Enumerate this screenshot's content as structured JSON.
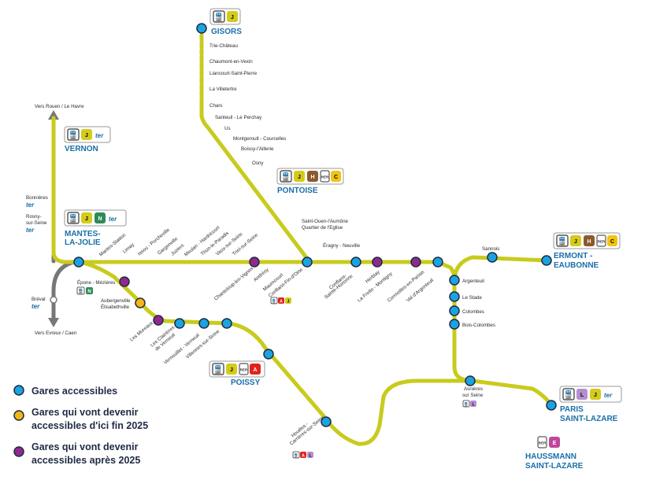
{
  "colors": {
    "line": "#c8cb1d",
    "accessible": "#1aa3e0",
    "soon": "#f2b714",
    "later": "#8e2a8c",
    "terminal_text": "#1a6fa8",
    "line_J": "#d4cb1b",
    "line_H": "#8b5a2b",
    "line_N": "#2e8b57",
    "line_L": "#b48fd0",
    "line_A": "#e2231a",
    "line_C": "#f2c40f",
    "line_E": "#c0479b"
  },
  "terminals": {
    "gisors": "GISORS",
    "vernon": "VERNON",
    "mantes_1": "MANTES-",
    "mantes_2": "LA-JOLIE",
    "pontoise": "PONTOISE",
    "ermont_1": "ERMONT -",
    "ermont_2": "EAUBONNE",
    "poissy": "POISSY",
    "paris_1": "PARIS",
    "paris_2": "SAINT-LAZARE",
    "haussmann_1": "HAUSSMANN",
    "haussmann_2": "SAINT-LAZARE"
  },
  "directions": {
    "rouen": "Vers Rouen / Le Havre",
    "evreux": "Vers Evreux / Caen",
    "bonnieres": "Bonnières",
    "rosny_1": "Rosny-",
    "rosny_2": "sur-Seine",
    "breval": "Bréval"
  },
  "ter_label": "ter",
  "rer_label": "RER",
  "gisors_branch": [
    "Trie-Château",
    "Chaumont-en-Vexin",
    "Liancourt-Saint-Pierre",
    "La Villetertre",
    "Chars",
    "Santeuil - Le Perchay",
    "Us",
    "Montgeroult - Courcelles",
    "Boissy-l'Aillerie",
    "Osny"
  ],
  "stations": {
    "st_ouen_1": "Saint-Ouen-l'Aumône",
    "st_ouen_2": "Quartier de l'Eglise",
    "eragny": "Éragny - Neuville",
    "sannois": "Sannois",
    "mantes_station": "Mantes-Station",
    "limay": "Limay",
    "issou": "Issou - Porcheville",
    "gargenville": "Gargenville",
    "juziers": "Juziers",
    "meulan": "Meulan - Hardricourt",
    "thun": "Thun-le-Paradis",
    "vaux": "Vaux-sur-Seine",
    "triel": "Triel-sur-Seine",
    "chanteloup": "Chanteloup-les-Vignes",
    "andresy": "Andrésy",
    "maurecourt": "Maurecourt",
    "conflans_foh": "Conflans-Fin-d'Oise",
    "conflans_sh_1": "Conflans-",
    "conflans_sh_2": "Sainte-Honorine",
    "herblay": "Herblay",
    "frette": "La Frette - Montigny",
    "cormeilles": "Cormeilles-en-Parisis",
    "val_argenteuil": "Val d'Argenteuil",
    "argenteuil": "Argenteuil",
    "le_stade": "Le Stade",
    "colombes": "Colombes",
    "bois_colombes": "Bois-Colombes",
    "asnieres_1": "Asnières",
    "asnieres_2": "sur Seine",
    "epone": "Épone - Mézières",
    "aubergenville_1": "Aubergenville",
    "aubergenville_2": "Élisabethville",
    "mureaux": "Les Mureaux",
    "clairieres_1": "Les Clairières",
    "clairieres_2": "de Verneuil",
    "vernouillet": "Vernouillet - Verneuil",
    "villennes": "Villennes-sur-Seine",
    "houilles_1": "Houilles -",
    "houilles_2": "Carrières-sur-Seine"
  },
  "legend": {
    "accessible": "Gares accessibles",
    "soon_1": "Gares qui vont devenir",
    "soon_2": "accessibles d'ici fin 2025",
    "later_1": "Gares qui vont devenir",
    "later_2": "accessibles après 2025"
  },
  "badges": {
    "gisors": [
      "train",
      "J"
    ],
    "vernon": [
      "train",
      "J",
      "ter"
    ],
    "mantes": [
      "train",
      "J",
      "N",
      "ter"
    ],
    "pontoise": [
      "train",
      "J",
      "H",
      "RER",
      "C"
    ],
    "ermont": [
      "train",
      "J",
      "H",
      "RER",
      "C"
    ],
    "poissy": [
      "train",
      "J",
      "RER",
      "A"
    ],
    "paris": [
      "train",
      "L",
      "J",
      "ter"
    ],
    "haussmann": [
      "RER",
      "E"
    ],
    "epone": [
      "train",
      "N"
    ],
    "conflans_foh": [
      "train",
      "A",
      "J"
    ],
    "asnieres": [
      "train",
      "L"
    ],
    "houilles": [
      "train",
      "A",
      "L"
    ]
  }
}
